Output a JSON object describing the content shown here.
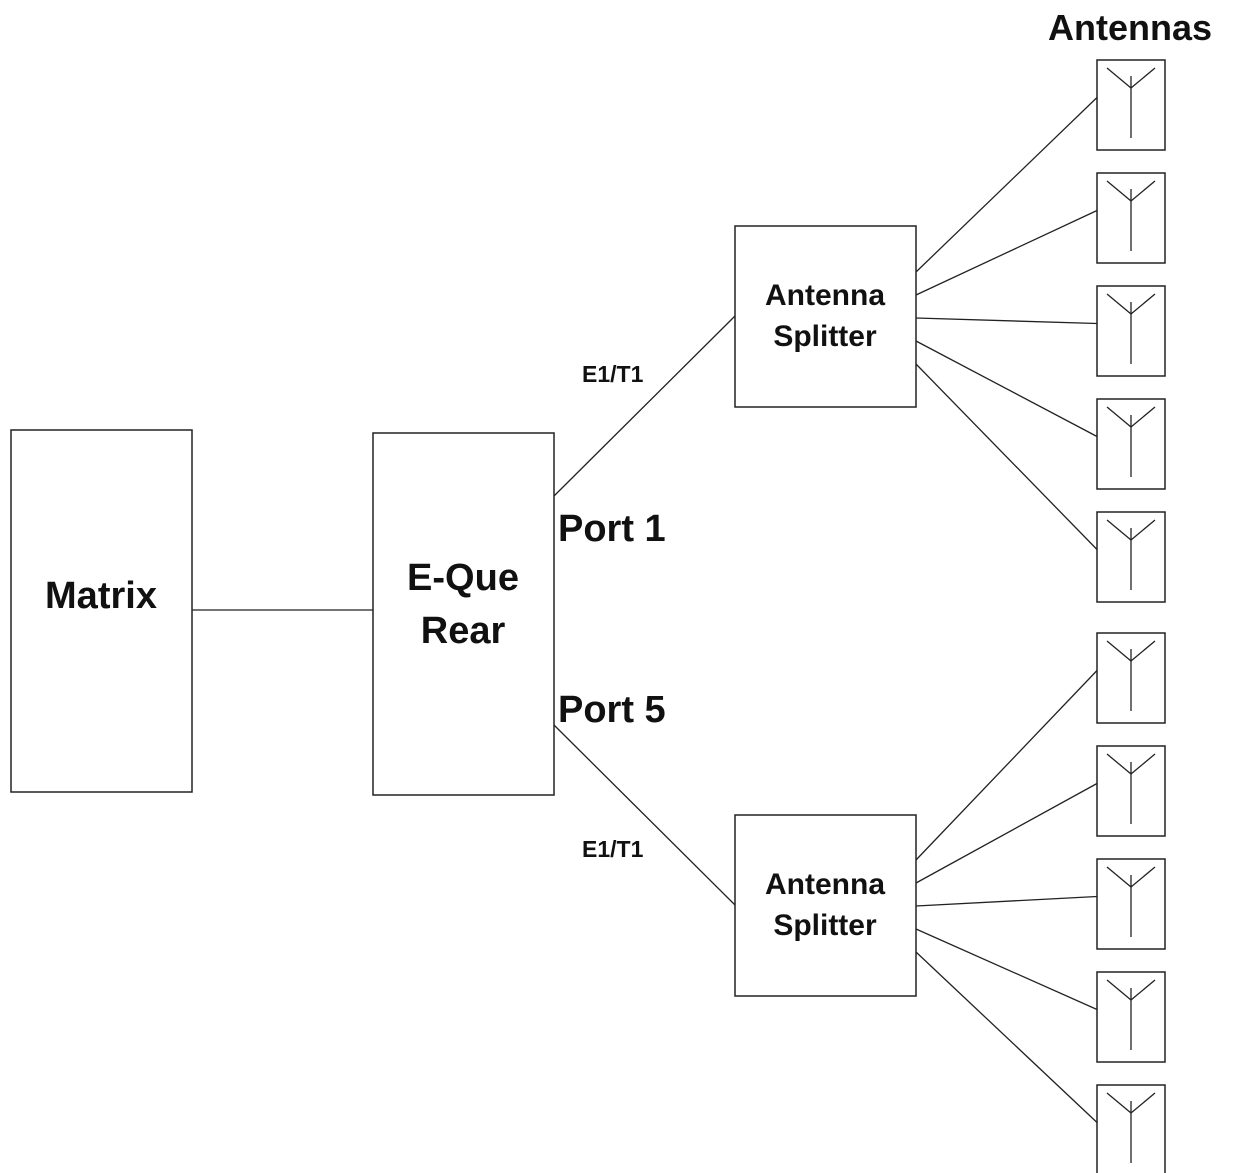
{
  "title": "Antennas",
  "blocks": {
    "matrix": "Matrix",
    "eque_line1": "E-Que",
    "eque_line2": "Rear",
    "splitter_top_line1": "Antenna",
    "splitter_top_line2": "Splitter",
    "splitter_bottom_line1": "Antenna",
    "splitter_bottom_line2": "Splitter"
  },
  "ports": {
    "port_top": "Port 1",
    "port_bottom": "Port 5"
  },
  "links": {
    "link_top": "E1/T1",
    "link_bottom": "E1/T1"
  },
  "antenna_groups": [
    {
      "group": "top",
      "count": 5
    },
    {
      "group": "bottom",
      "count": 5
    }
  ],
  "colors": {
    "line": "#222222",
    "text": "#111111",
    "background": "#ffffff"
  }
}
